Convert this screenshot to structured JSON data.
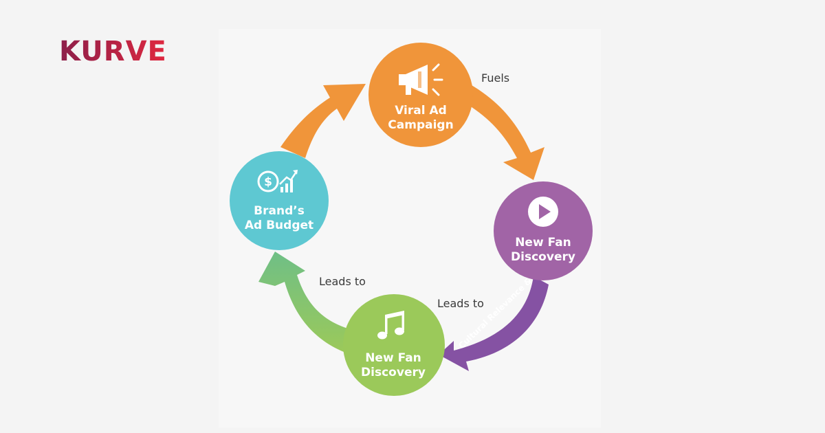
{
  "brand": {
    "name": "KURVE",
    "colors": {
      "from": "#8c1f4a",
      "to": "#e0283f"
    }
  },
  "diagram": {
    "nodes": [
      {
        "id": "viral",
        "lines": [
          "Viral Ad",
          "Campaign"
        ],
        "icon": "megaphone-icon",
        "color": "#f0953a"
      },
      {
        "id": "discovery_purple",
        "lines": [
          "New Fan",
          "Discovery"
        ],
        "icon": "play-icon",
        "color": "#a164a6"
      },
      {
        "id": "discovery_green",
        "lines": [
          "New Fan",
          "Discovery"
        ],
        "icon": "music-note-icon",
        "color": "#9bc95a"
      },
      {
        "id": "budget",
        "lines": [
          "Brand’s",
          "Ad Budget"
        ],
        "icon": "dollar-chart-icon",
        "color": "#5ec8d2"
      }
    ],
    "edges": [
      {
        "from": "budget",
        "to": "viral",
        "label": "",
        "color": "#f0953a"
      },
      {
        "from": "viral",
        "to": "discovery_purple",
        "label": "Fuels",
        "color": "#f0953a"
      },
      {
        "from": "discovery_purple",
        "to": "discovery_green",
        "label": "Leads to",
        "band_text": "Cultural Relevance & ROI",
        "color": "#8552a3"
      },
      {
        "from": "discovery_green",
        "to": "budget",
        "label": "Leads to",
        "color": "#8cc472"
      }
    ]
  }
}
